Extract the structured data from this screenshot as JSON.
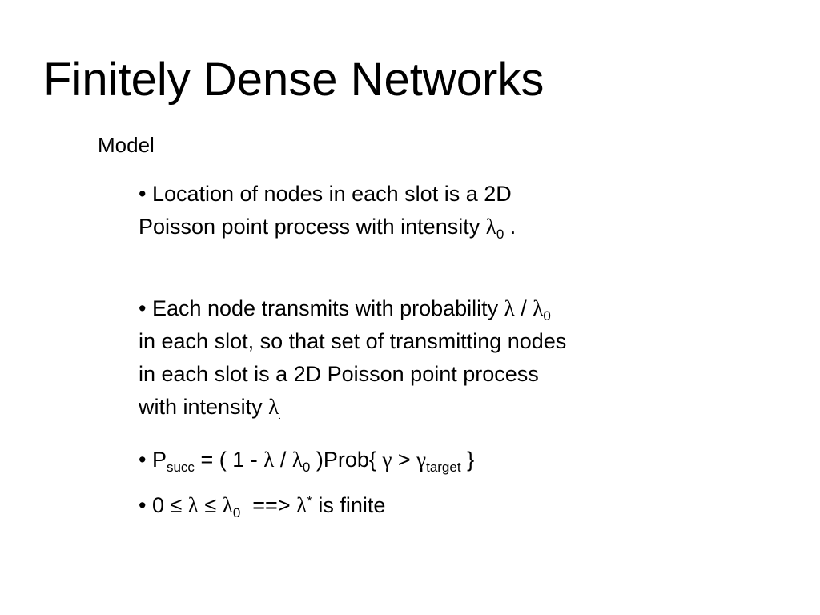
{
  "slide": {
    "title": "Finitely Dense Networks",
    "section": "Model"
  },
  "bullets": {
    "b1": {
      "line1": "• Location of nodes in each slot is a 2D",
      "line2_text": "Poisson point process with intensity ",
      "lambda": "λ",
      "sub0": "0",
      "end": " ."
    },
    "b2": {
      "line1_text": "• Each node transmits with probability ",
      "lambda1": "λ",
      "slash": " / ",
      "lambda2": "λ",
      "sub0": "0",
      "line2": "in each slot, so that set of transmitting nodes",
      "line3": "in each slot is a 2D Poisson point process",
      "line4_text": "with intensity ",
      "lambda3": "λ",
      "end": "."
    },
    "b3": {
      "p": "• P",
      "succ": "succ",
      "eq": " = ( 1 - ",
      "lambda1": "λ",
      "slash": " / ",
      "lambda2": "λ",
      "sub0": "0",
      "prob": " )Prob{ ",
      "gamma1": "γ",
      "gt": " > ",
      "gamma2": "γ",
      "target": "target",
      "close": " }"
    },
    "b4": {
      "start": "• 0 ≤ ",
      "lambda1": "λ",
      "le": " ≤ ",
      "lambda2": "λ",
      "sub0": "0",
      "arrow": "  ==> ",
      "lambda3": "λ",
      "star": "*",
      "end": " is finite"
    }
  }
}
